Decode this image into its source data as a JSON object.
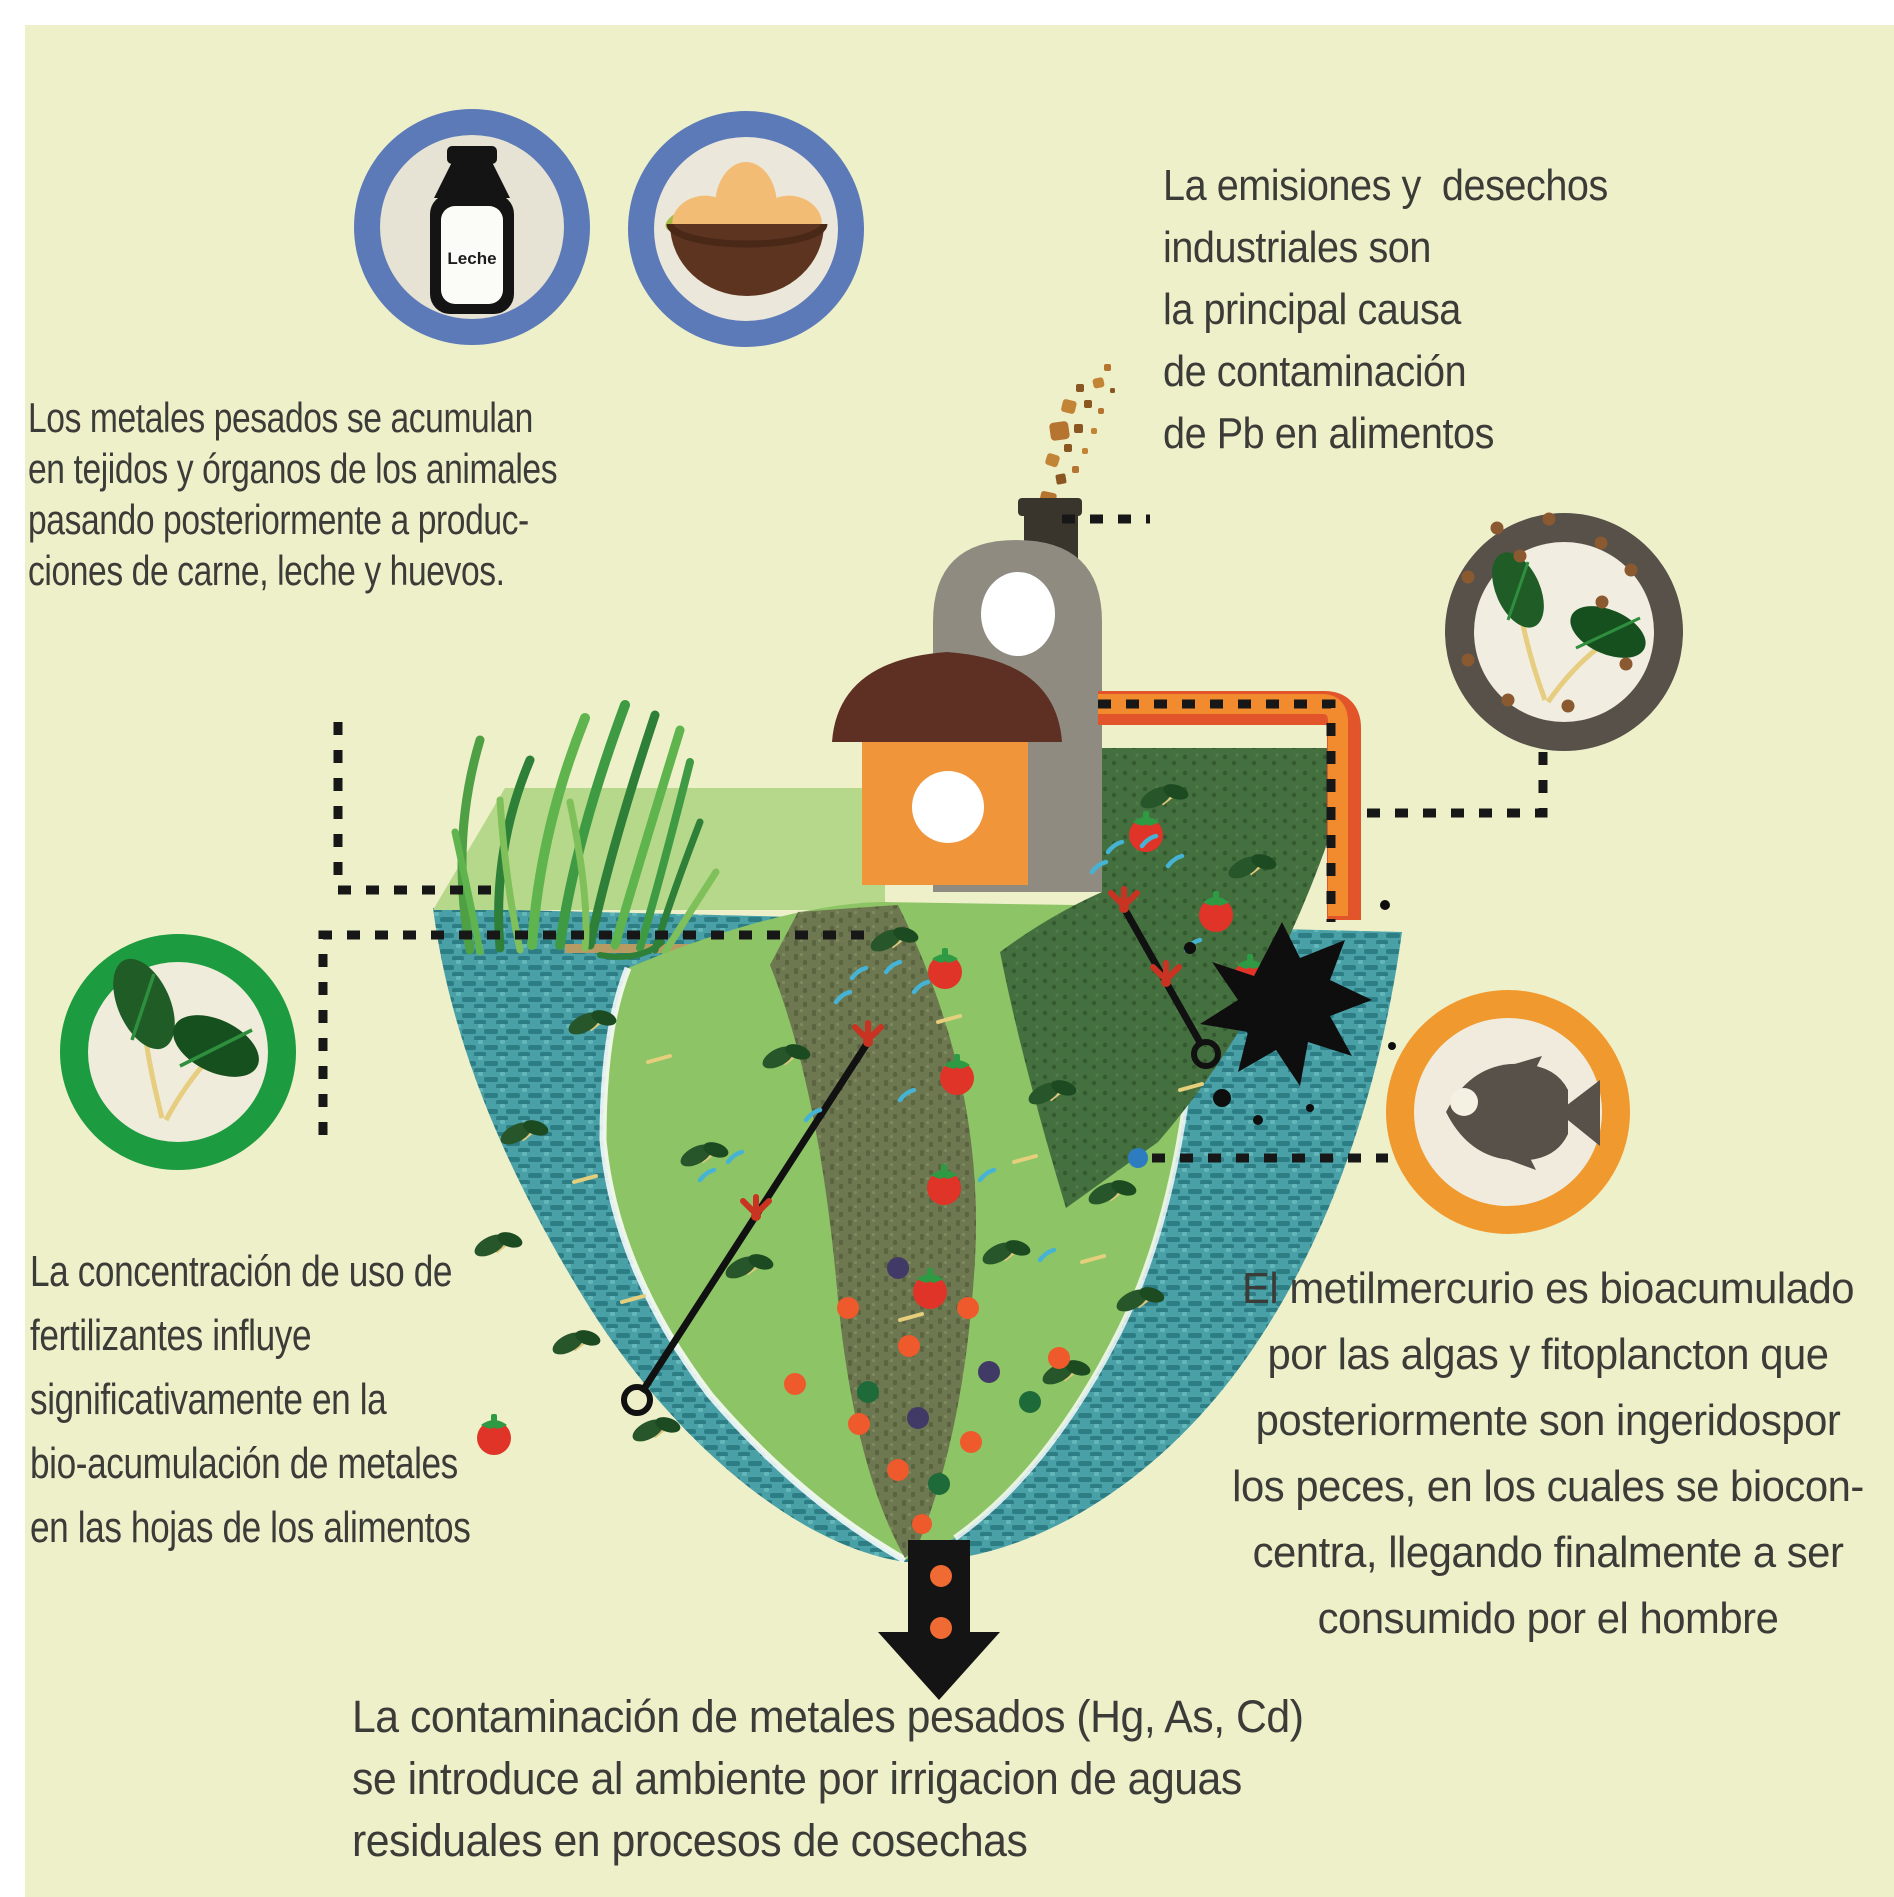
{
  "page": {
    "background": "#eef0ca",
    "margin_color": "#ffffff"
  },
  "texts": {
    "top_left": {
      "lines": [
        "Los metales pesados se acumulan",
        "en tejidos y órganos de los animales",
        "pasando posteriormente a produc-",
        "ciones de carne, leche y huevos."
      ]
    },
    "top_right": {
      "lines": [
        "La emisiones y  desechos",
        "industriales son",
        "la principal causa",
        "de contaminación",
        "de Pb en alimentos"
      ]
    },
    "mid_left": {
      "lines": [
        "La concentración de uso de",
        "fertilizantes influye",
        "significativamente en la",
        "bio-acumulación de metales",
        "en las hojas de los alimentos"
      ]
    },
    "mid_right": {
      "lines": [
        "El metilmercurio es bioacumulado",
        "por las algas y fitoplancton que",
        "posteriormente son ingeridospor",
        "los peces, en los cuales se biocon-",
        "centra, llegando finalmente a ser",
        "consumido por el hombre"
      ]
    },
    "bottom": {
      "lines": [
        "La contaminación de metales pesados (Hg, As, Cd)",
        "se introduce al ambiente por irrigacion de aguas",
        "residuales en procesos de cosechas"
      ]
    }
  },
  "labels": {
    "milk_bottle": "Leche"
  },
  "icons": {
    "milk": {
      "name": "milk-bottle-icon",
      "ring": "#5d7ab8"
    },
    "eggs": {
      "name": "egg-bowl-icon",
      "ring": "#5d7ab8"
    },
    "plate": {
      "name": "leaf-plate-icon",
      "ring": "#57514a"
    },
    "leaves": {
      "name": "fertilizer-leaves-icon",
      "ring": "#1d9b40"
    },
    "fish": {
      "name": "fish-icon",
      "ring": "#f0992e"
    }
  },
  "colors": {
    "text": "#3b3b38",
    "water": "#49a1a7",
    "water_weave": "#2d7d85",
    "field_light": "#8dc465",
    "field_dark": "#446f3f",
    "plowed_field": "#6d7750",
    "plateau": "#b6d88a",
    "factory": "#8f8b80",
    "chimney": "#3a352c",
    "house_roof": "#5e2f23",
    "house_body": "#f0953a",
    "pipe_outer": "#e2542a",
    "pipe_inner": "#f28b2e",
    "tomato": "#e03428",
    "splat": "#0e0e0e",
    "arrow": "#141414",
    "dot_orange": "#ee5a2b",
    "dot_navy": "#413a66",
    "dot_green": "#1e6b39",
    "spray": "#46b3d4"
  }
}
